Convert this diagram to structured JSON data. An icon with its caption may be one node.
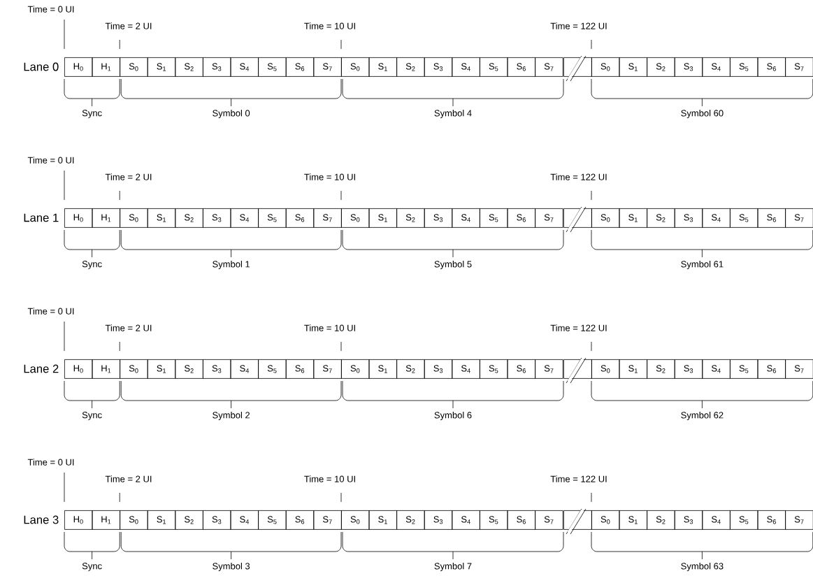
{
  "diagram": {
    "nodes": [
      {
        "text": [
          "H$_{0}$"
        ]
      },
      {
        "text": [
          "H$_{1}$"
        ]
      },
      {
        "text": [
          "S$_{0}$"
        ]
      },
      {
        "text": [
          "S$_{1}$"
        ]
      },
      {
        "text": [
          "S$_{2}$"
        ]
      },
      {
        "text": [
          "S$_{3}$"
        ]
      },
      {
        "text": [
          "S$_{4}$"
        ]
      },
      {
        "text": [
          "S$_{5}$"
        ]
      },
      {
        "text": [
          "S$_{6}$"
        ]
      },
      {
        "text": [
          "S$_{7}$"
        ]
      },
      {
        "text": [
          "S$_{0}$"
        ]
      },
      {
        "text": [
          "S$_{1}$"
        ]
      },
      {
        "text": [
          "S$_{2}$"
        ]
      },
      {
        "text": [
          "S$_{3}$"
        ]
      },
      {
        "text": [
          "S$_{4}$"
        ]
      },
      {
        "text": [
          "S$_{5}$"
        ]
      },
      {
        "text": [
          "S$_{6}$"
        ]
      },
      {
        "text": [
          "S$_{7}$"
        ]
      },
      {
        "text": [],
        "shape": "box"
      },
      {
        "text": [
          "S$_{0}$"
        ]
      },
      {
        "text": [
          "S$_{1}$"
        ]
      },
      {
        "text": [
          "S$_{2}$"
        ]
      },
      {
        "text": [
          "S$_{3}$"
        ]
      },
      {
        "text": [
          "S$_{4}$"
        ]
      },
      {
        "text": [
          "S$_{5}$"
        ]
      },
      {
        "text": [
          "S$_{6}$"
        ]
      },
      {
        "text": [
          "S$_{7}$"
        ]
      },
      {
        "text": [
          "H$_{0}$"
        ]
      },
      {
        "text": [
          "H$_{1}$"
        ]
      },
      {
        "text": [
          "S$_{0}$"
        ]
      },
      {
        "text": [
          "S$_{1}$"
        ]
      },
      {
        "text": [
          "S$_{2}$"
        ]
      },
      {
        "text": [
          "S$_{3}$"
        ]
      },
      {
        "text": [
          "S$_{4}$"
        ]
      },
      {
        "text": [
          "S$_{5}$"
        ]
      },
      {
        "text": [
          "S$_{6}$"
        ]
      },
      {
        "text": [
          "S$_{7}$"
        ]
      },
      {
        "text": [
          "S$_{0}$"
        ]
      },
      {
        "text": [
          "S$_{1}$"
        ]
      },
      {
        "text": [
          "S$_{2}$"
        ]
      },
      {
        "text": [
          "S$_{3}$"
        ]
      },
      {
        "text": [
          "S$_{4}$"
        ]
      },
      {
        "text": [
          "S$_{5}$"
        ]
      },
      {
        "text": [
          "S$_{6}$"
        ]
      },
      {
        "text": [
          "S$_{7}$"
        ]
      },
      {
        "text": [],
        "shape": "box"
      },
      {
        "text": [
          "S$_{0}$"
        ]
      },
      {
        "text": [
          "S$_{1}$"
        ]
      },
      {
        "text": [
          "S$_{2}$"
        ]
      },
      {
        "text": [
          "S$_{3}$"
        ]
      },
      {
        "text": [
          "S$_{4}$"
        ]
      },
      {
        "text": [
          "S$_{5}$"
        ]
      },
      {
        "text": [
          "S$_{6}$"
        ]
      },
      {
        "text": [
          "S$_{7}$"
        ]
      },
      {
        "text": [
          "H$_{0}$"
        ]
      },
      {
        "text": [
          "H$_{1}$"
        ]
      },
      {
        "text": [
          "S$_{0}$"
        ]
      },
      {
        "text": [
          "S$_{1}$"
        ]
      },
      {
        "text": [
          "S$_{2}$"
        ]
      },
      {
        "text": [
          "S$_{3}$"
        ]
      },
      {
        "text": [
          "S$_{4}$"
        ]
      },
      {
        "text": [
          "S$_{5}$"
        ]
      },
      {
        "text": [
          "S$_{6}$"
        ]
      },
      {
        "text": [
          "S$_{7}$"
        ]
      },
      {
        "text": [
          "S$_{0}$"
        ]
      },
      {
        "text": [
          "S$_{1}$"
        ]
      },
      {
        "text": [
          "S$_{2}$"
        ]
      },
      {
        "text": [
          "S$_{3}$"
        ]
      },
      {
        "text": [
          "S$_{4}$"
        ]
      },
      {
        "text": [
          "S$_{5}$"
        ]
      },
      {
        "text": [
          "S$_{6}$"
        ]
      },
      {
        "text": [
          "S$_{7}$"
        ]
      },
      {
        "text": [],
        "shape": "box"
      },
      {
        "text": [
          "S$_{0}$"
        ]
      },
      {
        "text": [
          "S$_{1}$"
        ]
      },
      {
        "text": [
          "S$_{2}$"
        ]
      },
      {
        "text": [
          "S$_{3}$"
        ]
      },
      {
        "text": [
          "S$_{4}$"
        ]
      },
      {
        "text": [
          "S$_{5}$"
        ]
      },
      {
        "text": [
          "S$_{6}$"
        ]
      },
      {
        "text": [
          "S$_{7}$"
        ]
      },
      {
        "text": [
          "H$_{0}$"
        ]
      },
      {
        "text": [
          "H$_{1}$"
        ]
      },
      {
        "text": [
          "S$_{0}$"
        ]
      },
      {
        "text": [
          "S$_{1}$"
        ]
      },
      {
        "text": [
          "S$_{2}$"
        ]
      },
      {
        "text": [
          "S$_{3}$"
        ]
      },
      {
        "text": [
          "S$_{4}$"
        ]
      },
      {
        "text": [
          "S$_{5}$"
        ]
      },
      {
        "text": [
          "S$_{6}$"
        ]
      },
      {
        "text": [
          "S$_{7}$"
        ]
      },
      {
        "text": [
          "S$_{0}$"
        ]
      },
      {
        "text": [
          "S$_{1}$"
        ]
      },
      {
        "text": [
          "S$_{2}$"
        ]
      },
      {
        "text": [
          "S$_{3}$"
        ]
      },
      {
        "text": [
          "S$_{4}$"
        ]
      },
      {
        "text": [
          "S$_{5}$"
        ]
      },
      {
        "text": [
          "S$_{6}$"
        ]
      },
      {
        "text": [
          "S$_{7}$"
        ]
      },
      {
        "text": [],
        "shape": "box"
      },
      {
        "text": [
          "S$_{0}$"
        ]
      },
      {
        "text": [
          "S$_{1}$"
        ]
      },
      {
        "text": [
          "S$_{2}$"
        ]
      },
      {
        "text": [
          "S$_{3}$"
        ]
      },
      {
        "text": [
          "S$_{4}$"
        ]
      },
      {
        "text": [
          "S$_{5}$"
        ]
      },
      {
        "text": [
          "S$_{6}$"
        ]
      },
      {
        "text": [
          "S$_{7}$"
        ]
      }
    ],
    "labels": [
      "Time = 0 UI",
      "Time = 2 UI",
      "Time = 10 UI",
      "Time = 122 UI",
      "Lane 0",
      "Sync",
      "Symbol 0",
      "Symbol 4",
      "Symbol 60",
      "Time = 0 UI",
      "Time = 2 UI",
      "Time = 10 UI",
      "Time = 122 UI",
      "Lane 1",
      "Sync",
      "Symbol 1",
      "Symbol 5",
      "Symbol 61",
      "Time = 0 UI",
      "Time = 2 UI",
      "Time = 10 UI",
      "Time = 122 UI",
      "Lane 2",
      "Sync",
      "Symbol 2",
      "Symbol 6",
      "Symbol 62",
      "Time = 0 UI",
      "Time = 2 UI",
      "Time = 10 UI",
      "Time = 122 UI",
      "Lane 3",
      "Sync",
      "Symbol 3",
      "Symbol 7",
      "Symbol 63"
    ]
  }
}
